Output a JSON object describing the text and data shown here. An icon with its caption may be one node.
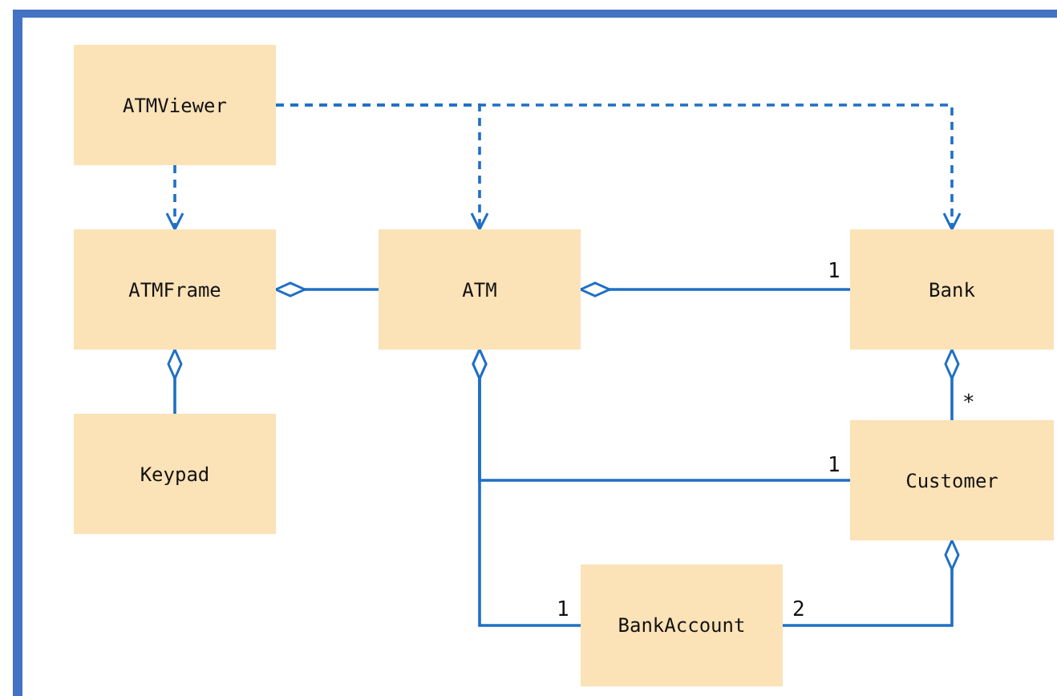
{
  "diagram": {
    "nodes": [
      {
        "text": [
          "ATMViewer"
        ]
      },
      {
        "text": [
          "ATMFrame"
        ]
      },
      {
        "text": [
          "ATM"
        ]
      },
      {
        "text": [
          "Bank"
        ]
      },
      {
        "text": [
          "Keypad"
        ]
      },
      {
        "text": [
          "Customer"
        ]
      },
      {
        "text": [
          "BankAccount"
        ]
      }
    ],
    "edges": [
      {
        "from": 0,
        "to": 1,
        "arrow": "to",
        "style": "dashed"
      },
      {
        "from": 0,
        "to": 2,
        "arrow": "to",
        "style": "dashed"
      },
      {
        "from": 0,
        "to": 3,
        "arrow": "to",
        "style": "dashed"
      },
      {
        "from": 1,
        "to": 2,
        "arrow": "other"
      },
      {
        "from": 1,
        "to": 4,
        "arrow": "other"
      },
      {
        "from": 2,
        "to": 3,
        "arrow": "other",
        "label": "1"
      },
      {
        "from": 3,
        "to": 5,
        "arrow": "other",
        "label": "*"
      },
      {
        "from": 2,
        "to": 5,
        "arrow": "other",
        "label": "1"
      },
      {
        "from": 2,
        "to": 6,
        "arrow": "other",
        "label": "1"
      },
      {
        "from": 5,
        "to": 6,
        "arrow": "other",
        "label": "2"
      }
    ]
  }
}
